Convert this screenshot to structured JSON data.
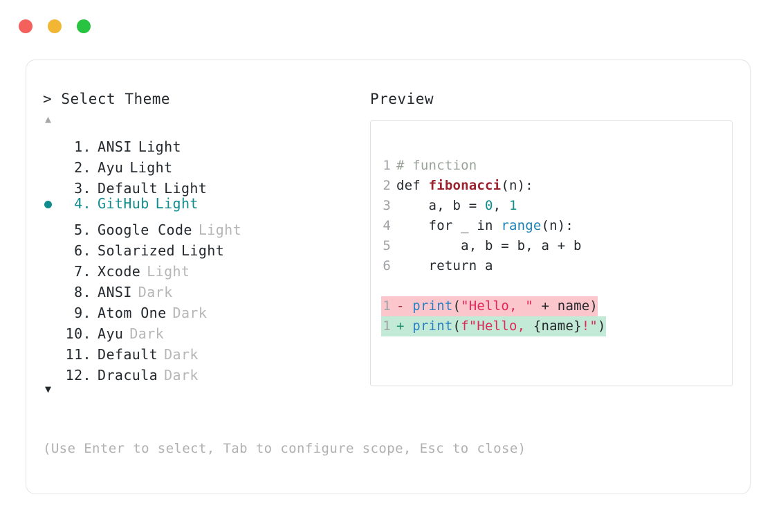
{
  "window": {
    "traffic_lights": [
      {
        "name": "close-button",
        "color": "#f4605c"
      },
      {
        "name": "minimize-button",
        "color": "#f2b635"
      },
      {
        "name": "maximize-button",
        "color": "#29c342"
      }
    ]
  },
  "selector": {
    "prompt_symbol": ">",
    "title": "Select Theme",
    "scroll_up_glyph": "▲",
    "scroll_down_glyph": "▼",
    "selected_index": 4,
    "items": [
      {
        "num": "1.",
        "name": "ANSI",
        "variant": "Light",
        "variant_dim": false,
        "selected": false
      },
      {
        "num": "2.",
        "name": "Ayu",
        "variant": "Light",
        "variant_dim": false,
        "selected": false
      },
      {
        "num": "3.",
        "name": "Default",
        "variant": "Light",
        "variant_dim": false,
        "selected": false
      },
      {
        "num": "4.",
        "name": "GitHub",
        "variant": "Light",
        "variant_dim": false,
        "selected": true
      },
      {
        "num": "5.",
        "name": "Google Code",
        "variant": "Light",
        "variant_dim": true,
        "selected": false
      },
      {
        "num": "6.",
        "name": "Solarized",
        "variant": "Light",
        "variant_dim": false,
        "selected": false
      },
      {
        "num": "7.",
        "name": "Xcode",
        "variant": "Light",
        "variant_dim": true,
        "selected": false
      },
      {
        "num": "8.",
        "name": "ANSI",
        "variant": "Dark",
        "variant_dim": true,
        "selected": false
      },
      {
        "num": "9.",
        "name": "Atom One",
        "variant": "Dark",
        "variant_dim": true,
        "selected": false
      },
      {
        "num": "10.",
        "name": "Ayu",
        "variant": "Dark",
        "variant_dim": true,
        "selected": false
      },
      {
        "num": "11.",
        "name": "Default",
        "variant": "Dark",
        "variant_dim": true,
        "selected": false
      },
      {
        "num": "12.",
        "name": "Dracula",
        "variant": "Dark",
        "variant_dim": true,
        "selected": false
      }
    ],
    "hint": "(Use Enter to select, Tab to configure scope, Esc to close)"
  },
  "preview": {
    "label": "Preview",
    "code_lines": [
      {
        "ln": "1",
        "tokens": [
          {
            "t": "# function",
            "c": "comment"
          }
        ]
      },
      {
        "ln": "2",
        "tokens": [
          {
            "t": "def ",
            "c": "kw"
          },
          {
            "t": "fibonacci",
            "c": "fn"
          },
          {
            "t": "(n):",
            "c": "plain"
          }
        ]
      },
      {
        "ln": "3",
        "tokens": [
          {
            "t": "    a, b = ",
            "c": "plain"
          },
          {
            "t": "0",
            "c": "num"
          },
          {
            "t": ", ",
            "c": "plain"
          },
          {
            "t": "1",
            "c": "num"
          }
        ]
      },
      {
        "ln": "4",
        "tokens": [
          {
            "t": "    for _ in ",
            "c": "plain"
          },
          {
            "t": "range",
            "c": "builtin"
          },
          {
            "t": "(n):",
            "c": "plain"
          }
        ]
      },
      {
        "ln": "5",
        "tokens": [
          {
            "t": "        a, b = b, a + b",
            "c": "plain"
          }
        ]
      },
      {
        "ln": "6",
        "tokens": [
          {
            "t": "    return a",
            "c": "plain"
          }
        ]
      }
    ],
    "diff_lines": [
      {
        "ln": "1",
        "kind": "del",
        "sign": "-",
        "tokens": [
          {
            "t": "print",
            "c": "call"
          },
          {
            "t": "(",
            "c": "plain"
          },
          {
            "t": "\"Hello, \"",
            "c": "str"
          },
          {
            "t": " + name)",
            "c": "plain"
          }
        ]
      },
      {
        "ln": "1",
        "kind": "add",
        "sign": "+",
        "tokens": [
          {
            "t": "print",
            "c": "call"
          },
          {
            "t": "(",
            "c": "plain"
          },
          {
            "t": "f\"Hello, ",
            "c": "str"
          },
          {
            "t": "{name}",
            "c": "plain"
          },
          {
            "t": "!\"",
            "c": "str"
          },
          {
            "t": ")",
            "c": "plain"
          }
        ]
      }
    ]
  },
  "colors": {
    "accent_teal": "#118c8c",
    "text": "#24292e",
    "muted": "#b6b6b8",
    "hint": "#b0b0b2",
    "border": "#e3e3e4",
    "diff_del_bg": "#fbc7cd",
    "diff_add_bg": "#c3ead6",
    "string": "#e0285a",
    "function": "#9c2230",
    "builtin": "#1a7fb5"
  }
}
